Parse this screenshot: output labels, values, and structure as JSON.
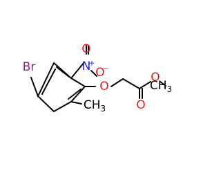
{
  "molecule": {
    "atoms": {
      "br": {
        "text": "Br",
        "color": "#8b2a7a"
      },
      "n_nitro": {
        "text": "N",
        "color": "#1f1fe0"
      },
      "n_charge": {
        "text": "+",
        "color": "#1f1fe0"
      },
      "o_nitro_top": {
        "text": "O",
        "color": "#e01f1f"
      },
      "o_nitro_bottom": {
        "text": "O",
        "color": "#e01f1f"
      },
      "o_nitro_charge": {
        "text": "−",
        "color": "#e01f1f"
      },
      "o_ether": {
        "text": "O",
        "color": "#e01f1f"
      },
      "o_carbonyl": {
        "text": "O",
        "color": "#e01f1f"
      },
      "o_ester": {
        "text": "O",
        "color": "#e01f1f"
      },
      "ch3_aryl": {
        "text": "CH3",
        "color": "#000000"
      },
      "ch3_ester": {
        "text": "CH3",
        "color": "#000000"
      }
    }
  }
}
